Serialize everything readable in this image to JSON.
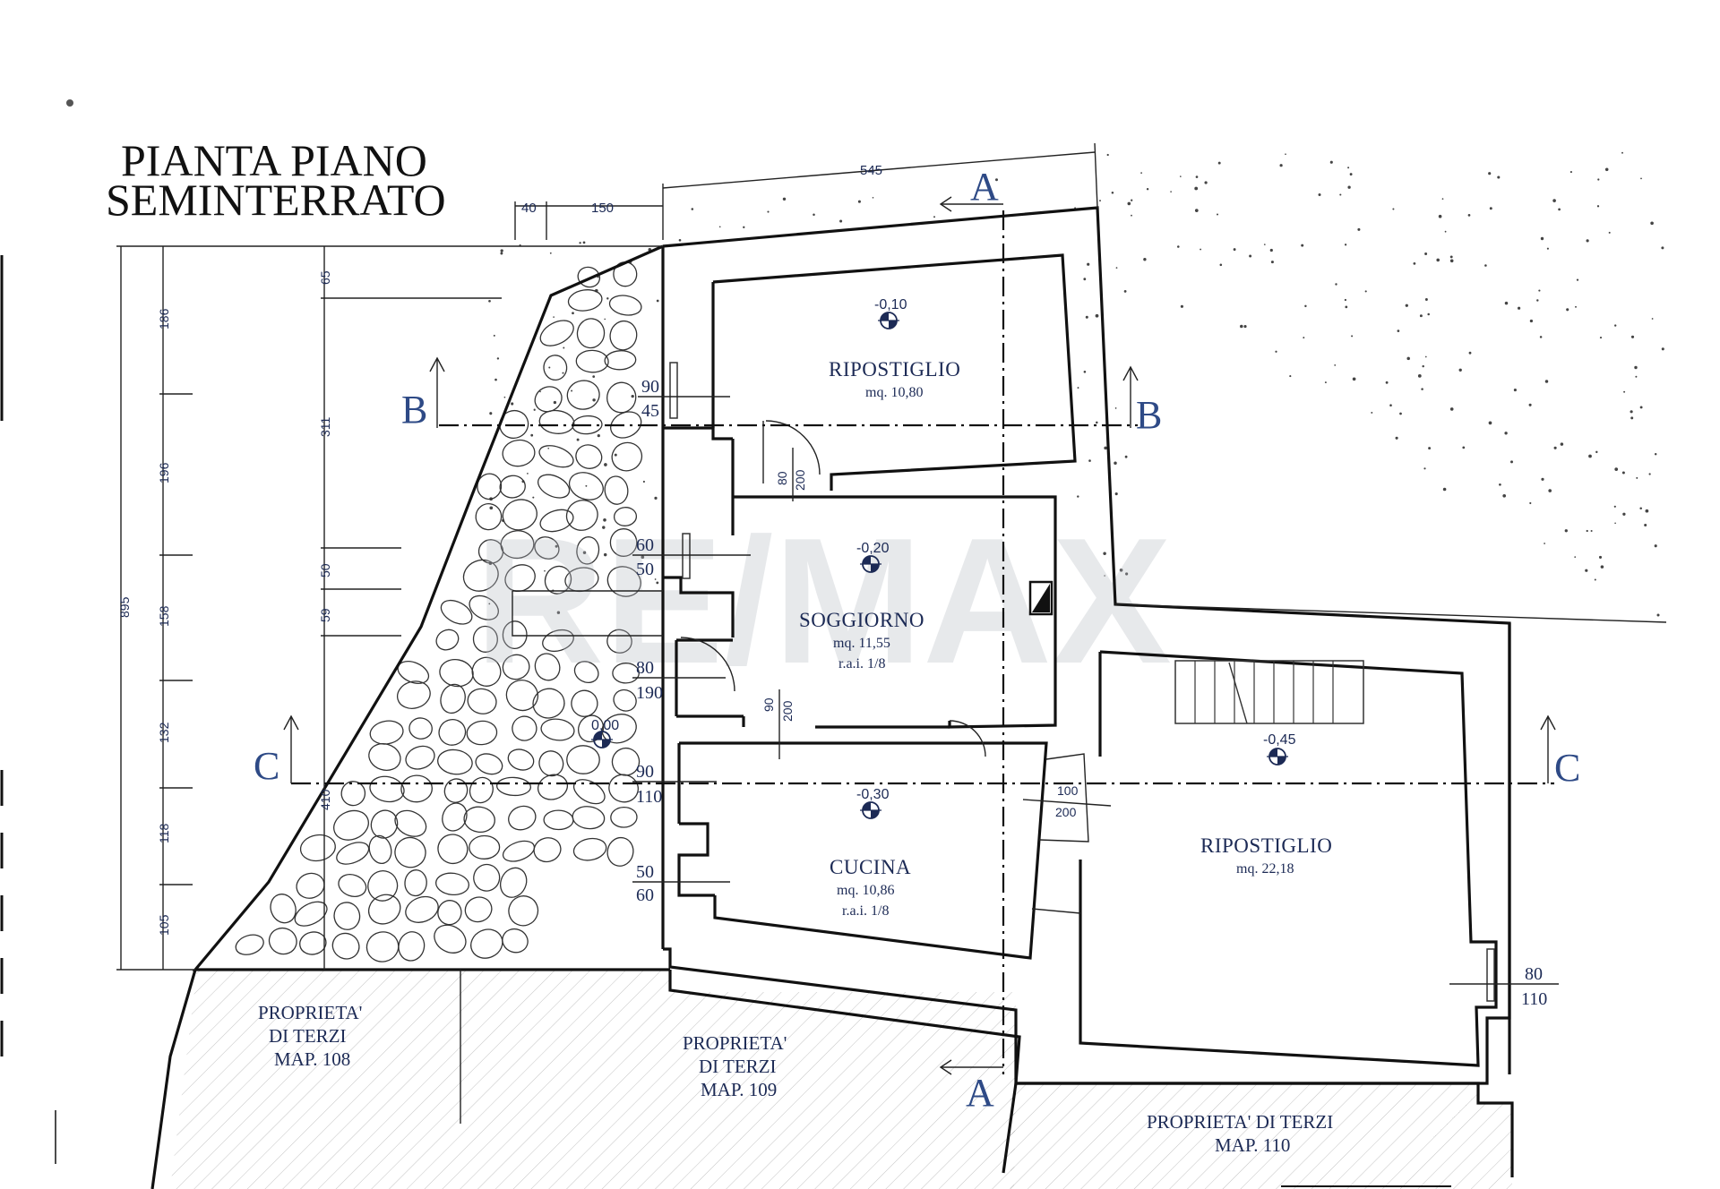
{
  "title": [
    "PIANTA PIANO",
    "SEMINTERRATO"
  ],
  "watermark": "RE/MAX",
  "rooms": [
    {
      "id": "ripostiglio-1",
      "name": "RIPOSTIGLIO",
      "area": "mq. 10,80",
      "level": "-0,10"
    },
    {
      "id": "soggiorno",
      "name": "SOGGIORNO",
      "area": "mq. 11,55",
      "rai": "r.a.i. 1/8",
      "level": "-0,20"
    },
    {
      "id": "cucina",
      "name": "CUCINA",
      "area": "mq. 10,86",
      "rai": "r.a.i. 1/8",
      "level": "-0,30"
    },
    {
      "id": "ripostiglio-2",
      "name": "RIPOSTIGLIO",
      "area": "mq. 22,18",
      "level": "-0,45"
    }
  ],
  "outdoor_level": "0,00",
  "section_marks": {
    "a": "A",
    "b": "B",
    "c": "C"
  },
  "properties": [
    {
      "lines": [
        "PROPRIETA'",
        "DI TERZI",
        "MAP. 108"
      ]
    },
    {
      "lines": [
        "PROPRIETA'",
        "DI TERZI",
        "MAP. 109"
      ]
    },
    {
      "lines": [
        "PROPRIETA' DI TERZI",
        "MAP. 110"
      ]
    }
  ],
  "dims_top": [
    "40",
    "150",
    "545"
  ],
  "dims_left_outer": [
    "895"
  ],
  "dims_left_chain": [
    "186",
    "196",
    "158",
    "132",
    "118",
    "105"
  ],
  "dims_left_inner": [
    "65",
    "311",
    "50",
    "59",
    "410"
  ],
  "openings": [
    {
      "w": "90",
      "h": "45"
    },
    {
      "w": "60",
      "h": "50"
    },
    {
      "w": "80",
      "h": "190"
    },
    {
      "w": "90",
      "h": "110"
    },
    {
      "w": "50",
      "h": "60"
    },
    {
      "w": "80",
      "h": "110"
    }
  ],
  "doors": [
    {
      "w": "80",
      "h": "200"
    },
    {
      "w": "90",
      "h": "200"
    },
    {
      "w": "100",
      "h": "200"
    }
  ]
}
